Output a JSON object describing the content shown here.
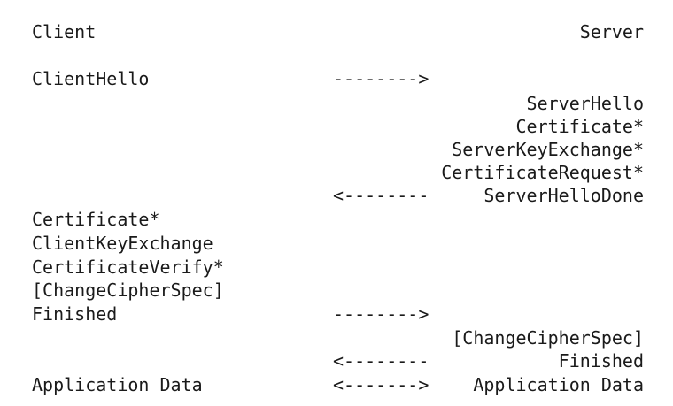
{
  "header": {
    "client": "Client",
    "server": "Server"
  },
  "arrows": {
    "right": "-------->",
    "left": "<--------",
    "both": "<------->"
  },
  "client_messages": {
    "client_hello": "ClientHello",
    "certificate": "Certificate*",
    "client_key_exchange": "ClientKeyExchange",
    "certificate_verify": "CertificateVerify*",
    "change_cipher_spec": "[ChangeCipherSpec]",
    "finished": "Finished",
    "application_data": "Application Data"
  },
  "server_messages": {
    "server_hello": "ServerHello",
    "certificate": "Certificate*",
    "server_key_exchange": "ServerKeyExchange*",
    "certificate_request": "CertificateRequest*",
    "server_hello_done": "ServerHelloDone",
    "change_cipher_spec": "[ChangeCipherSpec]",
    "finished": "Finished",
    "application_data": "Application Data"
  }
}
